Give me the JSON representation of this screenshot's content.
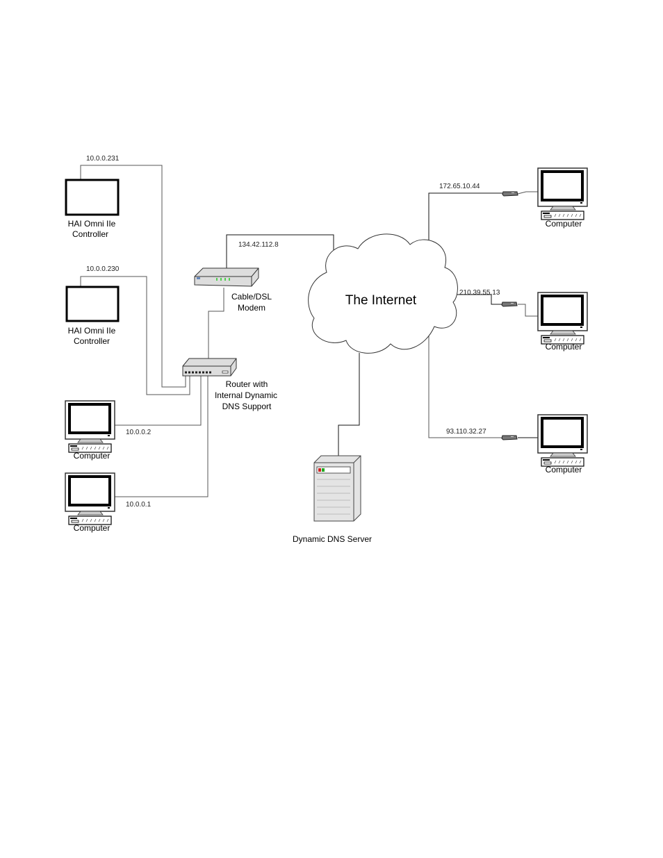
{
  "diagram": {
    "internet": {
      "label": "The Internet"
    },
    "modem": {
      "label_line1": "Cable/DSL",
      "label_line2": "Modem",
      "ip": "134.42.112.8"
    },
    "router": {
      "label_line1": "Router with",
      "label_line2": "Internal Dynamic",
      "label_line3": "DNS Support"
    },
    "controllers": [
      {
        "label_line1": "HAI Omni IIe",
        "label_line2": "Controller",
        "ip": "10.0.0.231"
      },
      {
        "label_line1": "HAI Omni IIe",
        "label_line2": "Controller",
        "ip": "10.0.0.230"
      }
    ],
    "local_computers": [
      {
        "label": "Computer",
        "ip": "10.0.0.2"
      },
      {
        "label": "Computer",
        "ip": "10.0.0.1"
      }
    ],
    "remote_computers": [
      {
        "label": "Computer",
        "ip": "172.65.10.44"
      },
      {
        "label": "Computer",
        "ip": "210.39.55.13"
      },
      {
        "label": "Computer",
        "ip": "93.110.32.27"
      }
    ],
    "dns_server": {
      "label": "Dynamic DNS Server"
    }
  }
}
